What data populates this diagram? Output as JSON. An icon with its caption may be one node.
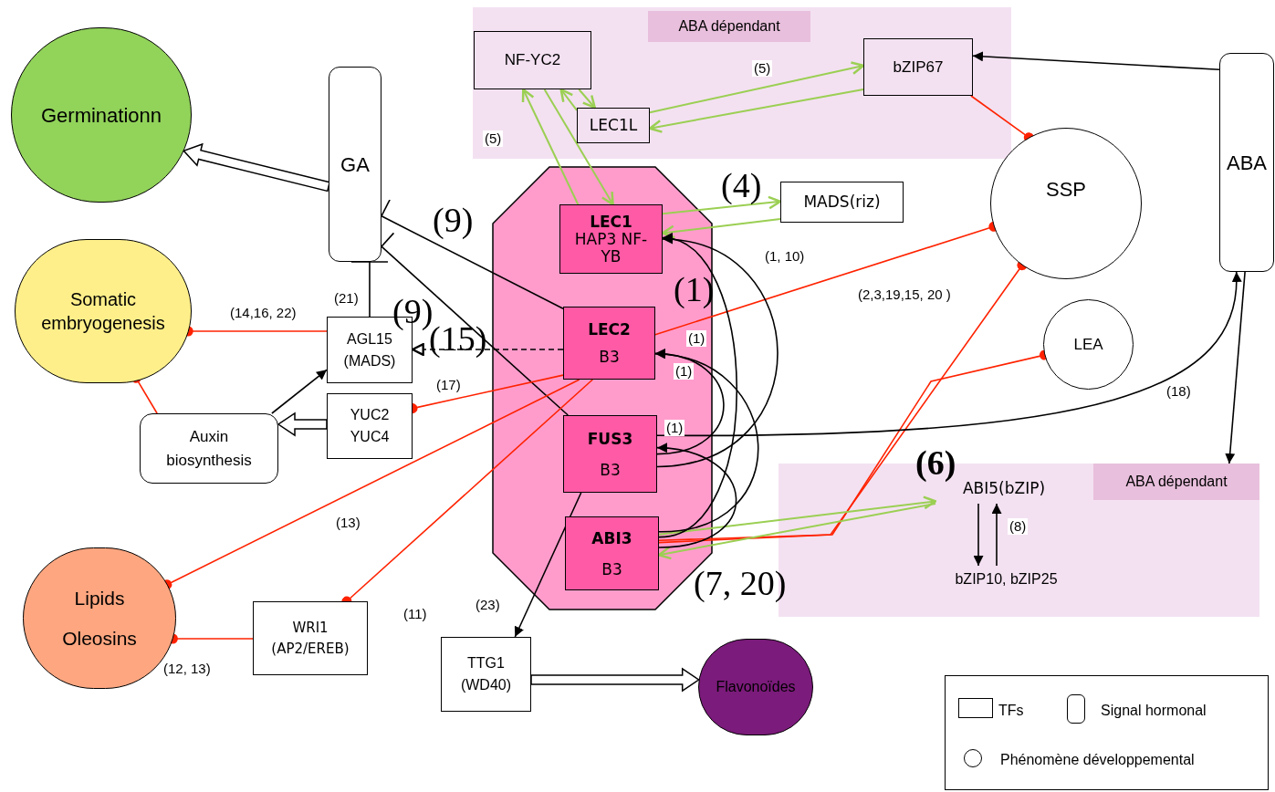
{
  "diagram": {
    "nodes": [
      {
        "text": [
          "ABA dépendant"
        ]
      },
      {
        "text": [
          "NF-YC2"
        ],
        "in": 0
      },
      {
        "text": [
          "LEC1L"
        ],
        "in": 0
      },
      {
        "text": [
          "bZIP67"
        ],
        "in": 0
      },
      {
        "text": [
          "Germinationn"
        ]
      },
      {
        "text": [
          "GA"
        ]
      },
      {
        "text": [
          "ABA"
        ]
      },
      {
        "text": [],
        "shape": "octagon"
      },
      {
        "text": [
          "LEC1",
          "HAP3 NF-YB"
        ],
        "in": 7
      },
      {
        "text": [
          "MADS(riz)"
        ]
      },
      {
        "text": [
          "SSP"
        ]
      },
      {
        "text": [
          "Somatic embryogenesis"
        ]
      },
      {
        "text": [
          "AGL15 (MADS)"
        ]
      },
      {
        "text": [
          "LEC2",
          "B3"
        ],
        "in": 7
      },
      {
        "text": [
          "LEA"
        ]
      },
      {
        "text": [
          "YUC2 YUC4"
        ]
      },
      {
        "text": [
          "Auxin biosynthesis"
        ]
      },
      {
        "text": [
          "FUS3",
          "B3"
        ],
        "in": 7
      },
      {
        "text": [
          "ABA dépendant"
        ]
      },
      {
        "text": [
          "ABI5(bZIP)"
        ],
        "in": 18
      },
      {
        "text": [
          "bZIP10, bZIP25"
        ],
        "in": 18
      },
      {
        "text": [
          "ABI3",
          "B3"
        ],
        "in": 7
      },
      {
        "text": [
          "Lipids",
          "Oleosins"
        ]
      },
      {
        "text": [
          "WRI1 (AP2/EREB)"
        ]
      },
      {
        "text": [
          "TTG1 (WD40)"
        ]
      },
      {
        "text": [
          "Flavonoïdes"
        ]
      }
    ],
    "edges": [
      {
        "from": 5,
        "to": 4,
        "arrow": "to",
        "style": "thick"
      },
      {
        "from": 13,
        "to": 5,
        "arrow": "other",
        "label": "(9)"
      },
      {
        "from": 17,
        "to": 5,
        "arrow": "other",
        "label": "(9)"
      },
      {
        "from": 12,
        "to": 5,
        "arrow": "other",
        "label": "(21)"
      },
      {
        "from": 12,
        "to": 11,
        "arrow": "other",
        "label": "(14,16, 22)",
        "color": "#ff2200"
      },
      {
        "from": 13,
        "to": 12,
        "arrow": "to",
        "label": "(15)",
        "style": "dashed"
      },
      {
        "from": 16,
        "to": 12,
        "arrow": "to"
      },
      {
        "from": 15,
        "to": 16,
        "arrow": "to",
        "style": "thick"
      },
      {
        "from": 16,
        "to": 11,
        "arrow": "other",
        "color": "#ff2200"
      },
      {
        "from": 13,
        "to": 15,
        "arrow": "other",
        "label": "(17)",
        "color": "#ff2200"
      },
      {
        "from": 13,
        "to": 22,
        "arrow": "other",
        "label": "(13)",
        "color": "#ff2200"
      },
      {
        "from": 13,
        "to": 23,
        "arrow": "other",
        "label": "(11)",
        "color": "#ff2200"
      },
      {
        "from": 23,
        "to": 22,
        "arrow": "other",
        "label": "(12, 13)",
        "color": "#ff2200"
      },
      {
        "from": 17,
        "to": 24,
        "arrow": "to",
        "label": "(23)"
      },
      {
        "from": 24,
        "to": 25,
        "arrow": "to",
        "style": "thick"
      },
      {
        "from": 8,
        "to": 1,
        "arrow": "to",
        "label": "(5)",
        "color": "#9bcf53"
      },
      {
        "from": 1,
        "to": 8,
        "arrow": "to",
        "color": "#9bcf53"
      },
      {
        "from": 2,
        "to": 1,
        "arrow": "to",
        "color": "#9bcf53"
      },
      {
        "from": 1,
        "to": 2,
        "arrow": "to",
        "color": "#9bcf53"
      },
      {
        "from": 2,
        "to": 3,
        "arrow": "to",
        "label": "(5)",
        "color": "#9bcf53"
      },
      {
        "from": 3,
        "to": 2,
        "arrow": "to",
        "color": "#9bcf53"
      },
      {
        "from": 8,
        "to": 9,
        "arrow": "to",
        "label": "(4)",
        "color": "#9bcf53"
      },
      {
        "from": 9,
        "to": 8,
        "arrow": "to",
        "color": "#9bcf53"
      },
      {
        "from": 6,
        "to": 3,
        "arrow": "to"
      },
      {
        "from": 3,
        "to": 10,
        "arrow": "other",
        "color": "#ff2200"
      },
      {
        "from": 13,
        "to": 10,
        "arrow": "other",
        "label": "(2,3,19,15, 20 )",
        "color": "#ff2200"
      },
      {
        "from": 21,
        "to": 10,
        "arrow": "other",
        "color": "#ff2200"
      },
      {
        "from": 21,
        "to": 14,
        "arrow": "other",
        "color": "#ff2200"
      },
      {
        "from": 21,
        "to": 19,
        "arrow": "to",
        "label": "(7, 20)",
        "color": "#9bcf53"
      },
      {
        "from": 19,
        "to": 21,
        "arrow": "to",
        "color": "#9bcf53"
      },
      {
        "from": 19,
        "to": 20,
        "arrow": "to"
      },
      {
        "from": 20,
        "to": 19,
        "arrow": "to",
        "label": "(8)"
      },
      {
        "from": 17,
        "to": 6,
        "arrow": "to",
        "label": "(18)"
      },
      {
        "from": 6,
        "to": 18,
        "arrow": "to"
      },
      {
        "from": 17,
        "to": 8,
        "arrow": "to",
        "label": "(1, 10)"
      },
      {
        "from": 21,
        "to": 8,
        "arrow": "to",
        "label": "(1)"
      },
      {
        "from": 17,
        "to": 13,
        "arrow": "to",
        "label": "(1)"
      },
      {
        "from": 21,
        "to": 13,
        "arrow": "to",
        "label": "(1)"
      },
      {
        "from": 21,
        "to": 17,
        "arrow": "to",
        "label": "(1)"
      }
    ],
    "labels": [
      "(6)"
    ],
    "legend": [
      {
        "text": "TFs"
      },
      {
        "text": "Signal hormonal"
      },
      {
        "text": "Phénomène développemental"
      }
    ]
  }
}
